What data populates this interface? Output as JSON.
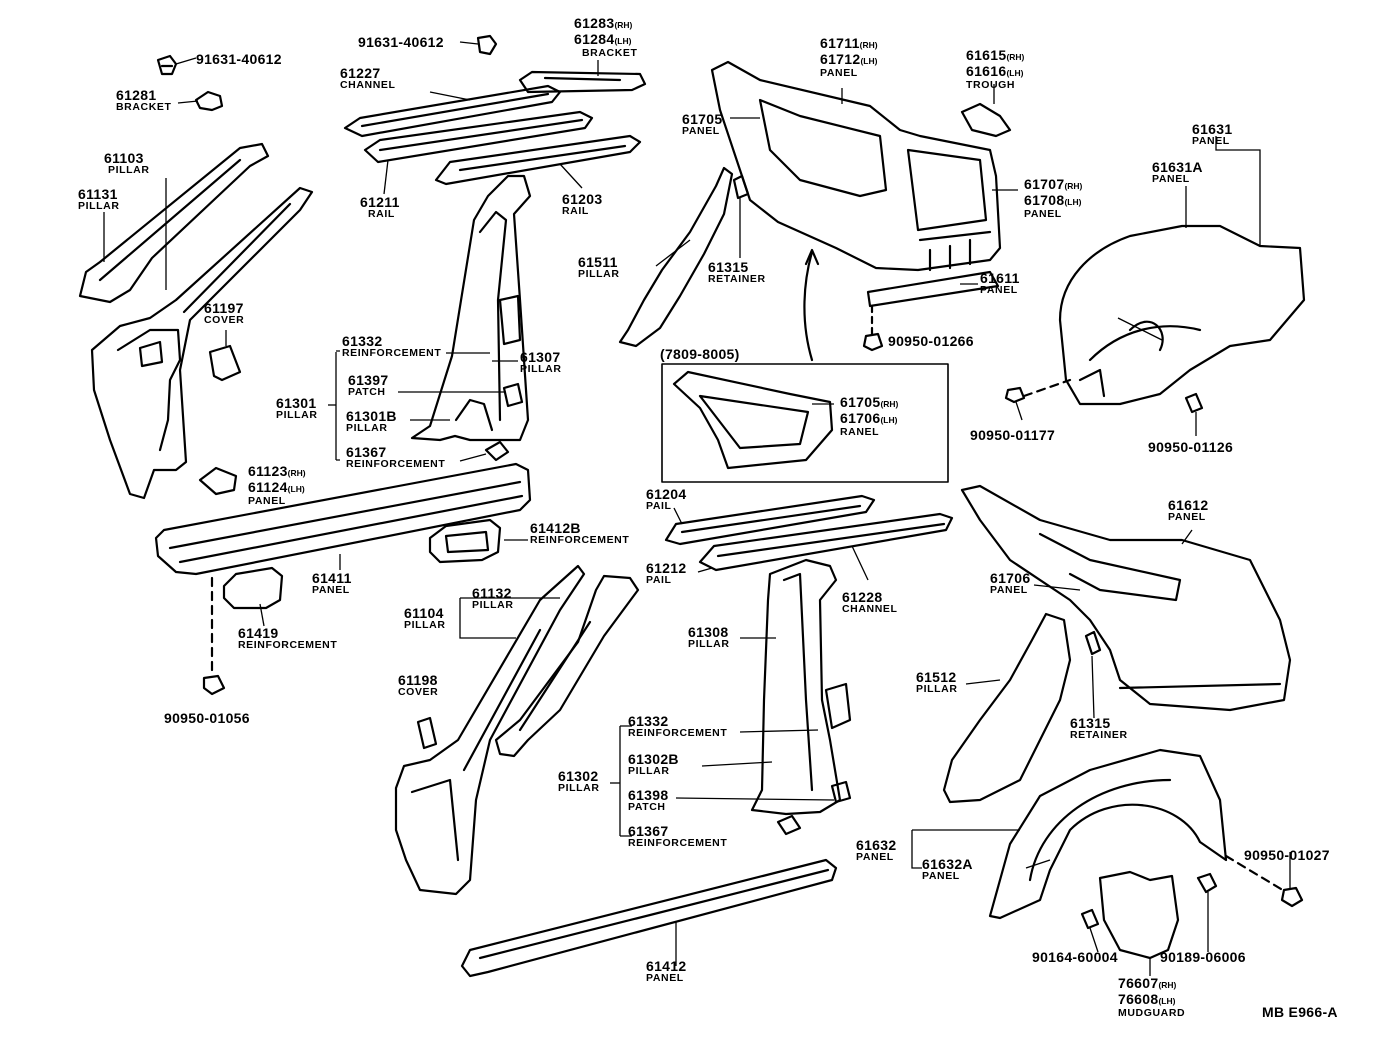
{
  "labels": {
    "l_91631_a": {
      "num": "91631-40612"
    },
    "l_91631_b": {
      "num": "91631-40612"
    },
    "l_61281": {
      "num": "61281",
      "name": "BRACKET"
    },
    "l_61227": {
      "num": "61227",
      "name": "CHANNEL"
    },
    "l_61283": {
      "num": "61283",
      "sfx": "(RH)"
    },
    "l_61284": {
      "num": "61284",
      "sfx": "(LH)",
      "name": "BRACKET"
    },
    "l_61103": {
      "num": "61103",
      "name": "PILLAR"
    },
    "l_61131": {
      "num": "61131",
      "name": "PILLAR"
    },
    "l_61211": {
      "num": "61211",
      "name": "RAIL"
    },
    "l_61203": {
      "num": "61203",
      "name": "RAIL"
    },
    "l_61197": {
      "num": "61197",
      "name": "COVER"
    },
    "l_61332_a": {
      "num": "61332",
      "name": "REINFORCEMENT"
    },
    "l_61307": {
      "num": "61307",
      "name": "PILLAR"
    },
    "l_61397": {
      "num": "61397",
      "name": "PATCH"
    },
    "l_61301": {
      "num": "61301",
      "name": "PILLAR"
    },
    "l_61301B": {
      "num": "61301B",
      "name": "PILLAR"
    },
    "l_61367_a": {
      "num": "61367",
      "name": "REINFORCEMENT"
    },
    "l_61123": {
      "num": "61123",
      "sfx": "(RH)"
    },
    "l_61124": {
      "num": "61124",
      "sfx": "(LH)",
      "name": "PANEL"
    },
    "l_61411": {
      "num": "61411",
      "name": "PANEL"
    },
    "l_61412B": {
      "num": "61412B",
      "name": "REINFORCEMENT"
    },
    "l_61419": {
      "num": "61419",
      "name": "REINFORCEMENT"
    },
    "l_90950_01056": {
      "num": "90950-01056"
    },
    "l_61104": {
      "num": "61104",
      "name": "PILLAR"
    },
    "l_61132": {
      "num": "61132",
      "name": "PILLAR"
    },
    "l_61198": {
      "num": "61198",
      "name": "COVER"
    },
    "l_61711": {
      "num": "61711",
      "sfx": "(RH)"
    },
    "l_61712": {
      "num": "61712",
      "sfx": "(LH)",
      "name": "PANEL"
    },
    "l_61615": {
      "num": "61615",
      "sfx": "(RH)"
    },
    "l_61616": {
      "num": "61616",
      "sfx": "(LH)",
      "name": "TROUGH"
    },
    "l_61705_a": {
      "num": "61705",
      "name": "PANEL"
    },
    "l_61707": {
      "num": "61707",
      "sfx": "(RH)"
    },
    "l_61708": {
      "num": "61708",
      "sfx": "(LH)",
      "name": "PANEL"
    },
    "l_61511": {
      "num": "61511",
      "name": "PILLAR"
    },
    "l_61315_a": {
      "num": "61315",
      "name": "RETAINER"
    },
    "l_61611": {
      "num": "61611",
      "name": "PANEL"
    },
    "l_90950_01266": {
      "num": "90950-01266"
    },
    "l_date": {
      "num": "(7809-8005)"
    },
    "l_61705_b": {
      "num": "61705",
      "sfx": "(RH)"
    },
    "l_61706_a": {
      "num": "61706",
      "sfx": "(LH)",
      "name": "RANEL"
    },
    "l_61631": {
      "num": "61631",
      "name": "PANEL"
    },
    "l_61631A": {
      "num": "61631A",
      "name": "PANEL"
    },
    "l_90950_01177": {
      "num": "90950-01177"
    },
    "l_90950_01126": {
      "num": "90950-01126"
    },
    "l_61204": {
      "num": "61204",
      "name": "PAIL"
    },
    "l_61212": {
      "num": "61212",
      "name": "PAIL"
    },
    "l_61228": {
      "num": "61228",
      "name": "CHANNEL"
    },
    "l_61308": {
      "num": "61308",
      "name": "PILLAR"
    },
    "l_61332_b": {
      "num": "61332",
      "name": "REINFORCEMENT"
    },
    "l_61302": {
      "num": "61302",
      "name": "PILLAR"
    },
    "l_61302B": {
      "num": "61302B",
      "name": "PILLAR"
    },
    "l_61398": {
      "num": "61398",
      "name": "PATCH"
    },
    "l_61367_b": {
      "num": "61367",
      "name": "REINFORCEMENT"
    },
    "l_61412": {
      "num": "61412",
      "name": "PANEL"
    },
    "l_61612": {
      "num": "61612",
      "name": "PANEL"
    },
    "l_61706_b": {
      "num": "61706",
      "name": "PANEL"
    },
    "l_61512": {
      "num": "61512",
      "name": "PILLAR"
    },
    "l_61315_b": {
      "num": "61315",
      "name": "RETAINER"
    },
    "l_61632": {
      "num": "61632",
      "name": "PANEL"
    },
    "l_61632A": {
      "num": "61632A",
      "name": "PANEL"
    },
    "l_90950_01027": {
      "num": "90950-01027"
    },
    "l_90164": {
      "num": "90164-60004"
    },
    "l_90189": {
      "num": "90189-06006"
    },
    "l_76607": {
      "num": "76607",
      "sfx": "(RH)"
    },
    "l_76608": {
      "num": "76608",
      "sfx": "(LH)",
      "name": "MUDGUARD"
    },
    "l_code": {
      "num": "MB E966-A"
    }
  }
}
